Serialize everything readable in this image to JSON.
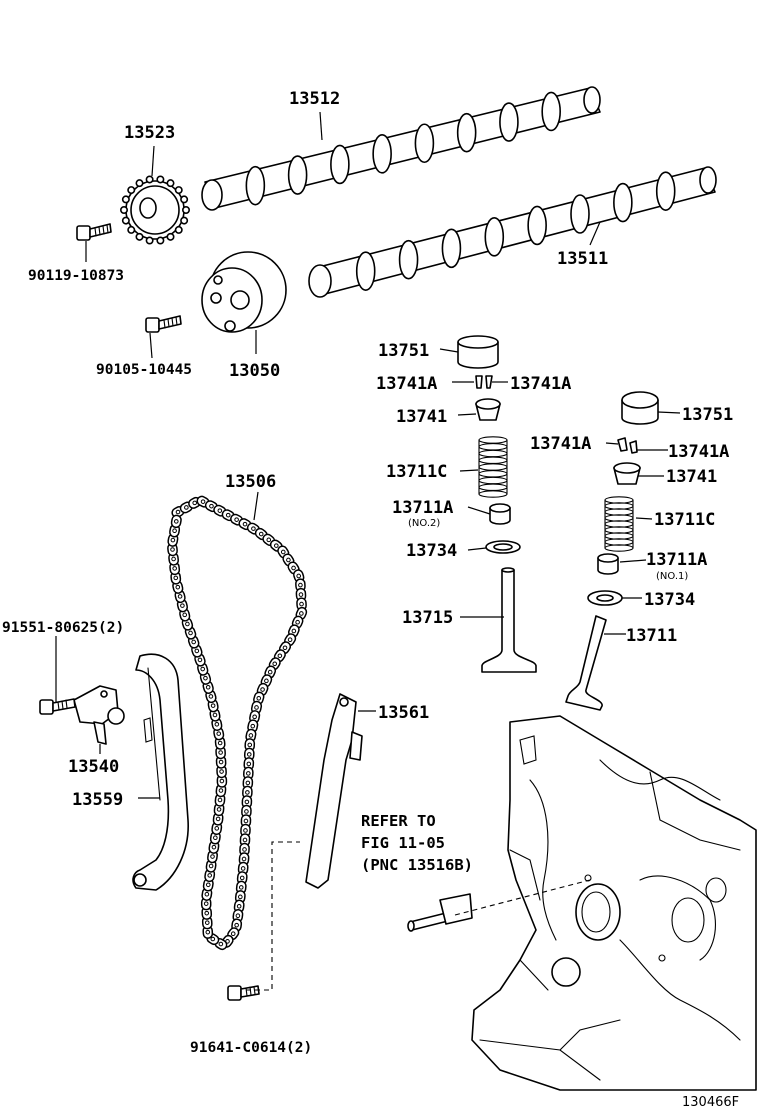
{
  "labels": {
    "camshaft_exhaust": "13512",
    "camshaft_intake": "13511",
    "sprocket": "13523",
    "sprocket_bolt": "90119-10873",
    "vvt_gear": "13050",
    "vvt_bolt": "90105-10445",
    "lifter_left": "13751",
    "keeper_left_a": "13741A",
    "keeper_left_b": "13741A",
    "retainer_left": "13741",
    "spring_left": "13711C",
    "seat_left": "13711A",
    "seat_left_note": "(NO.2)",
    "washer_left": "13734",
    "valve_left": "13715",
    "lifter_right": "13751",
    "keeper_right_a": "13741A",
    "keeper_right_b": "13741A",
    "retainer_right": "13741",
    "spring_right": "13711C",
    "seat_right": "13711A",
    "seat_right_note": "(NO.1)",
    "washer_right": "13734",
    "valve_right": "13711",
    "chain": "13506",
    "tensioner_bolt": "91551-80625(2)",
    "tensioner": "13540",
    "slipper_guide": "13559",
    "damper": "13561",
    "damper_bolt": "91641-C0614(2)"
  },
  "refer": {
    "line1": "REFER TO",
    "line2": "FIG 11-05",
    "line3": "(PNC 13516B)"
  },
  "figure_id": "130466F"
}
